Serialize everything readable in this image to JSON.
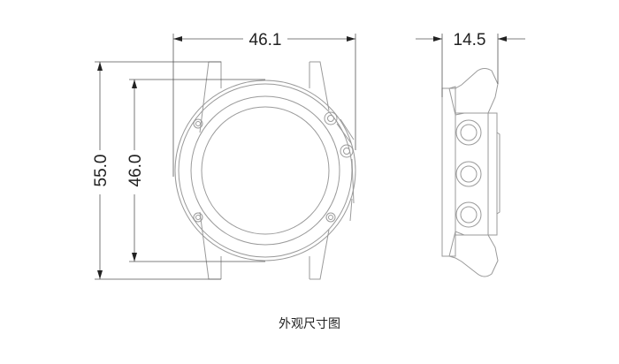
{
  "dimensions": {
    "front_width": "46.1",
    "total_height": "55.0",
    "case_height": "46.0",
    "thickness": "14.5"
  },
  "caption": "外观尺寸图",
  "colors": {
    "line": "#9a9a9a",
    "dimension": "#555555"
  }
}
